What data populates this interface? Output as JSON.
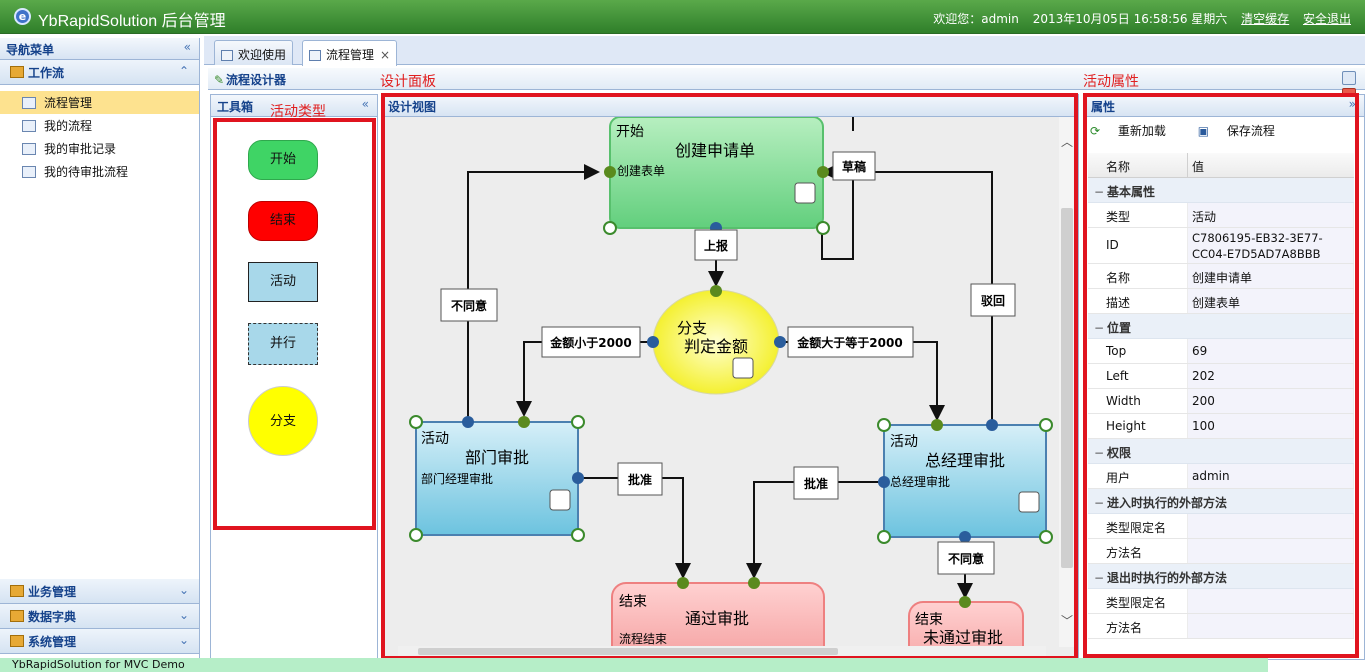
{
  "topbar": {
    "title": "YbRapidSolution 后台管理",
    "welcome": "欢迎您：admin",
    "datetime": "2013年10月05日 16:58:56 星期六",
    "clear_cache": "清空缓存",
    "logout": "安全退出"
  },
  "nav": {
    "header": "导航菜单",
    "workflow": "工作流",
    "items": [
      {
        "label": "流程管理",
        "selected": true
      },
      {
        "label": "我的流程",
        "selected": false
      },
      {
        "label": "我的审批记录",
        "selected": false
      },
      {
        "label": "我的待审批流程",
        "selected": false
      }
    ],
    "bottom": [
      "业务管理",
      "数据字典",
      "系统管理"
    ]
  },
  "tabs": [
    {
      "label": "欢迎使用",
      "active": false
    },
    {
      "label": "流程管理",
      "active": true,
      "closable": true
    }
  ],
  "designer": {
    "title": "流程设计器",
    "annotation_design_panel": "设计面板",
    "annotation_activity_props": "活动属性",
    "annotation_activity_types": "活动类型"
  },
  "toolbox": {
    "title": "工具箱",
    "tools": [
      {
        "label": "开始",
        "shape": "rounded",
        "color": "#3fd465"
      },
      {
        "label": "结束",
        "shape": "rounded",
        "color": "#ff0000"
      },
      {
        "label": "活动",
        "shape": "rect",
        "color": "#a8d8ea"
      },
      {
        "label": "并行",
        "shape": "dashed-rect",
        "color": "#a8d8ea"
      },
      {
        "label": "分支",
        "shape": "circle",
        "color": "#ffff00"
      }
    ]
  },
  "design_view": {
    "title": "设计视图",
    "nodes": {
      "start": {
        "type": "开始",
        "name": "创建申请单",
        "desc": "创建表单"
      },
      "branch": {
        "type": "分支",
        "name": "判定金额"
      },
      "dept": {
        "type": "活动",
        "name": "部门审批",
        "desc": "部门经理审批"
      },
      "gm": {
        "type": "活动",
        "name": "总经理审批",
        "desc": "总经理审批"
      },
      "end_ok": {
        "type": "结束",
        "name": "通过审批",
        "desc": "流程结束"
      },
      "end_fail": {
        "type": "结束",
        "name": "未通过审批"
      }
    },
    "edges": {
      "submit": "上报",
      "draft": "草稿",
      "disagree_left": "不同意",
      "reject": "驳回",
      "less": "金额小于2000",
      "greater": "金额大于等于2000",
      "approve_left": "批准",
      "approve_right": "批准",
      "disagree_gm": "不同意"
    }
  },
  "properties": {
    "title": "属性",
    "reload": "重新加载",
    "save": "保存流程",
    "col_name": "名称",
    "col_value": "值",
    "groups": [
      {
        "title": "基本属性",
        "rows": [
          {
            "name": "类型",
            "value": "活动"
          },
          {
            "name": "ID",
            "value": "C7806195-EB32-3E77-CC04-E7D5AD7A8BBB"
          },
          {
            "name": "名称",
            "value": "创建申请单"
          },
          {
            "name": "描述",
            "value": "创建表单"
          }
        ]
      },
      {
        "title": "位置",
        "rows": [
          {
            "name": "Top",
            "value": "69"
          },
          {
            "name": "Left",
            "value": "202"
          },
          {
            "name": "Width",
            "value": "200"
          },
          {
            "name": "Height",
            "value": "100"
          }
        ]
      },
      {
        "title": "权限",
        "rows": [
          {
            "name": "用户",
            "value": "admin"
          }
        ]
      },
      {
        "title": "进入时执行的外部方法",
        "rows": [
          {
            "name": "类型限定名",
            "value": ""
          },
          {
            "name": "方法名",
            "value": ""
          }
        ]
      },
      {
        "title": "退出时执行的外部方法",
        "rows": [
          {
            "name": "类型限定名",
            "value": ""
          },
          {
            "name": "方法名",
            "value": ""
          }
        ]
      }
    ]
  },
  "footer": "YbRapidSolution for MVC Demo"
}
